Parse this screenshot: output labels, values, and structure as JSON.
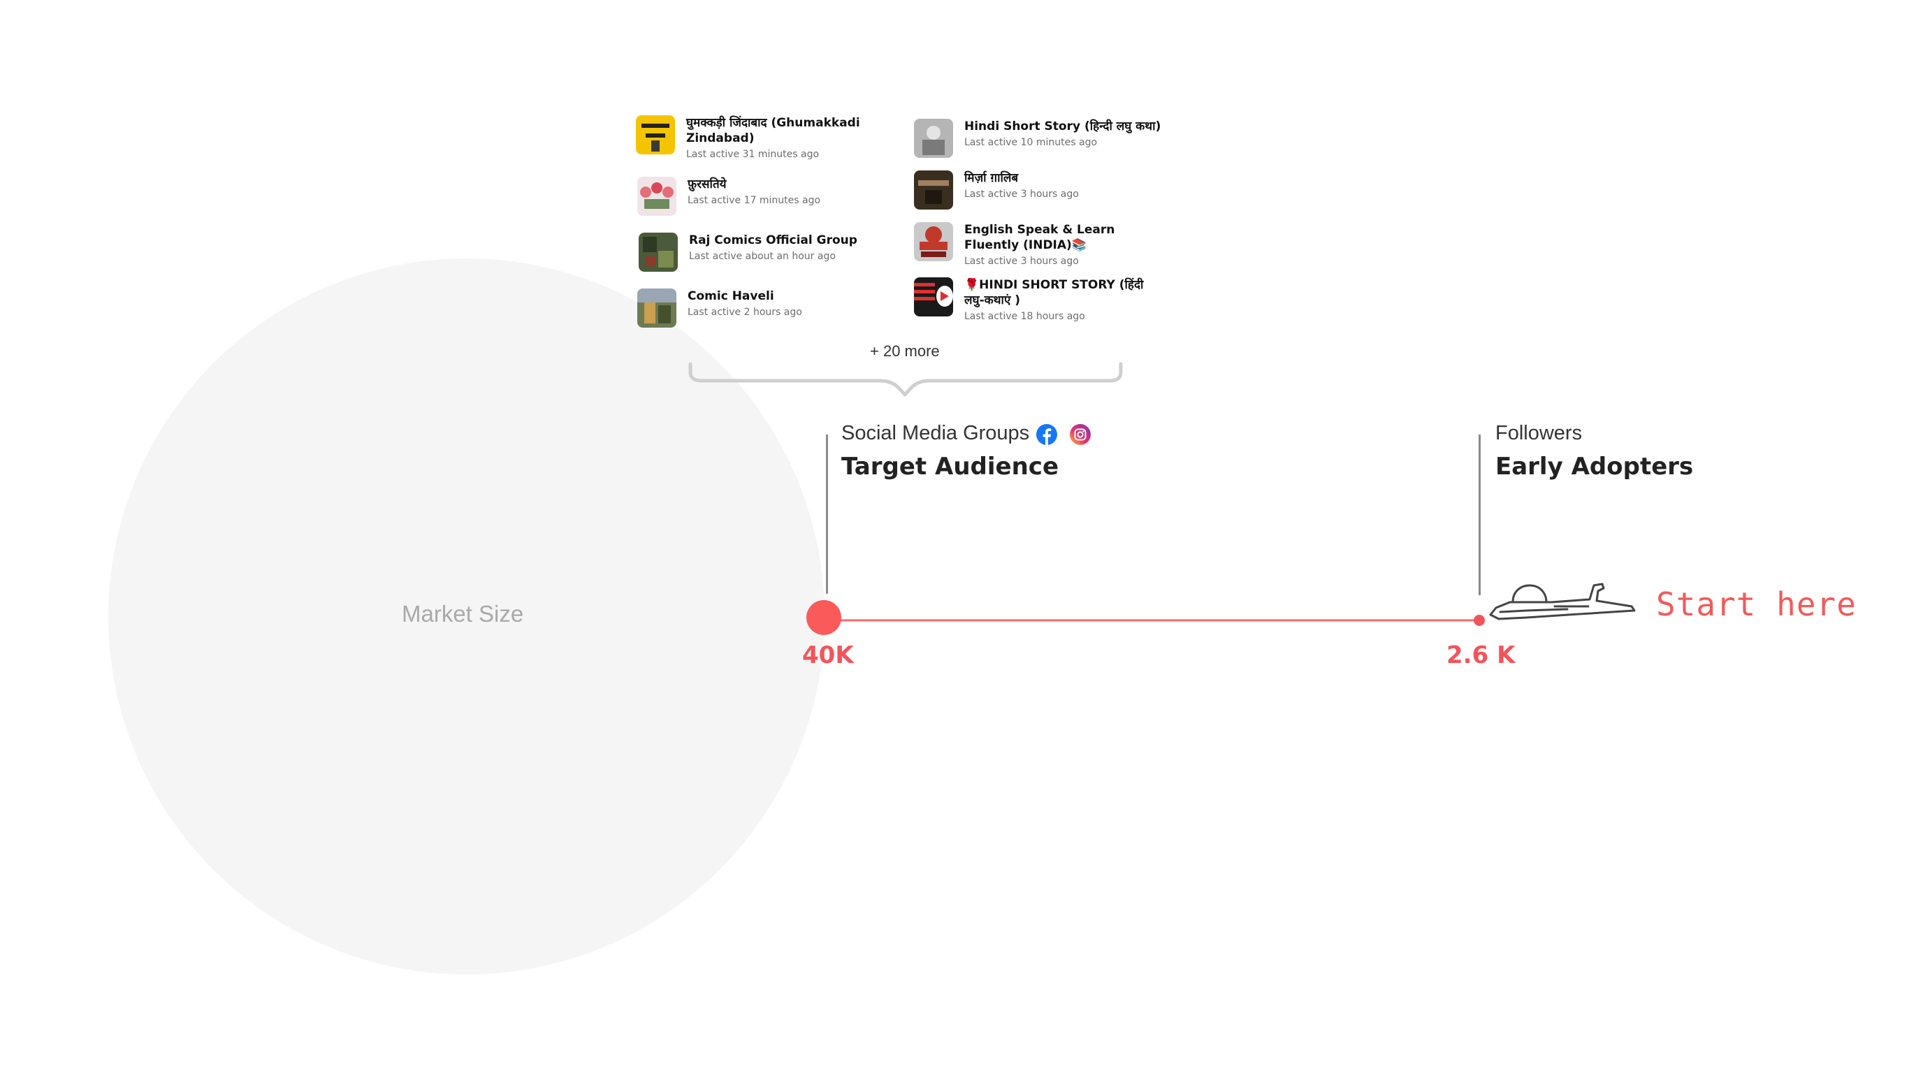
{
  "market": {
    "label": "Market Size"
  },
  "groups": [
    {
      "name": "घुमक्कड़ी जिंदाबाद (Ghumakkadi Zindabad)",
      "active": "Last active 31 minutes ago",
      "icon": "ghumakkadi-group-thumbnail",
      "color": "#f5c400"
    },
    {
      "name": "फ़ुरसतिये",
      "active": "Last active 17 minutes ago",
      "icon": "fursatiye-group-thumbnail",
      "color": "#e46d7a"
    },
    {
      "name": "Raj Comics Official Group",
      "active": "Last active about an hour ago",
      "icon": "raj-comics-group-thumbnail",
      "color": "#4b5a3a"
    },
    {
      "name": "Comic Haveli",
      "active": "Last active 2 hours ago",
      "icon": "comic-haveli-group-thumbnail",
      "color": "#6e7a52"
    },
    {
      "name": "Hindi Short Story (हिन्दी लघु कथा)",
      "active": "Last active 10 minutes ago",
      "icon": "hindi-short-story-group-thumbnail",
      "color": "#9a9a9a"
    },
    {
      "name": "मिर्ज़ा ग़ालिब",
      "active": "Last active 3 hours ago",
      "icon": "mirza-ghalib-group-thumbnail",
      "color": "#3a2e20"
    },
    {
      "name": "English Speak & Learn Fluently (INDIA)📚",
      "active": "Last active 3 hours ago",
      "icon": "english-speak-group-thumbnail",
      "color": "#b8b8b8"
    },
    {
      "name": "🌹HINDI SHORT STORY (हिंदी लघु-कथाएं )",
      "active": "Last active 18 hours ago",
      "icon": "hindi-short-story-caps-group-thumbnail",
      "color": "#1a1a1a"
    }
  ],
  "more": "+ 20 more",
  "target": {
    "subtitle": "Social Media Groups",
    "title": "Target Audience",
    "value": "40K",
    "icons": [
      "facebook-icon",
      "instagram-icon"
    ]
  },
  "early": {
    "subtitle": "Followers",
    "title": "Early Adopters",
    "value": "2.6 K"
  },
  "start": {
    "label": "Start here"
  },
  "colors": {
    "accent": "#f2545b",
    "circle": "#f5f5f5"
  }
}
